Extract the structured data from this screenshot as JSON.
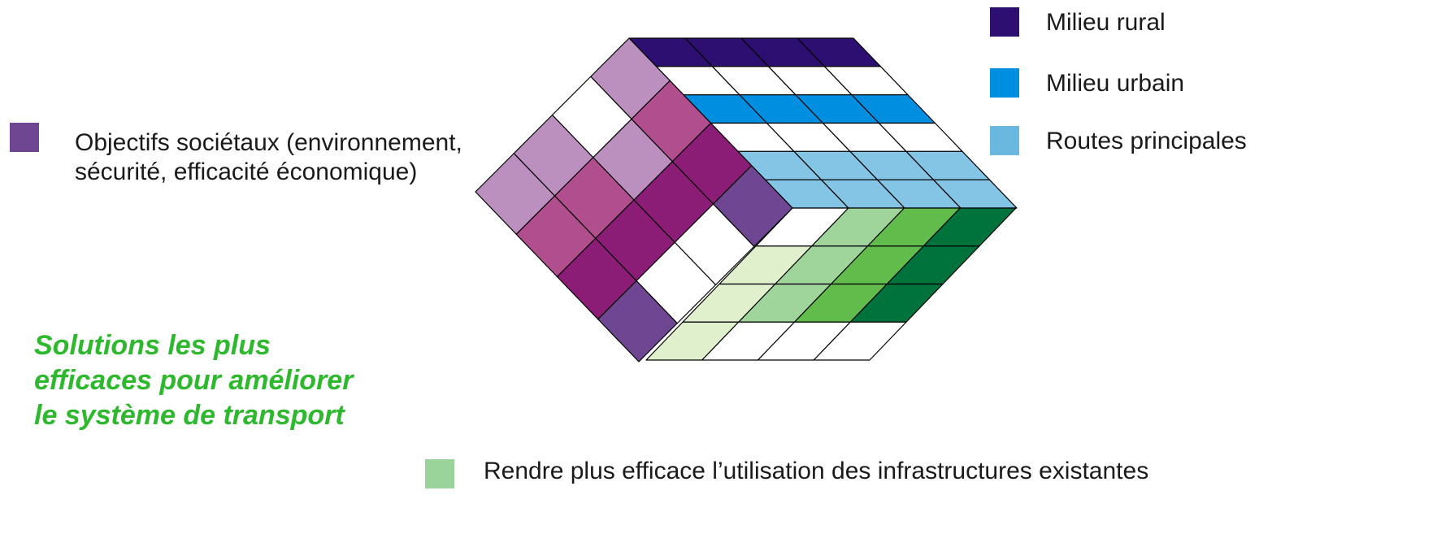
{
  "legend": {
    "societal": {
      "line1": "Objectifs sociétaux (environnement,",
      "line2": "sécurité, efficacité économique)",
      "color": "#6f4691"
    },
    "rural": {
      "label": "Milieu rural",
      "color": "#2d0f72"
    },
    "urban": {
      "label": "Milieu urbain",
      "color": "#008fe0"
    },
    "main_roads": {
      "label": "Routes principales",
      "color": "#6ab8e0"
    },
    "efficiency": {
      "label": "Rendre plus efficace l’utilisation des infrastructures existantes",
      "color": "#9bd49a"
    }
  },
  "headline": {
    "line1": "Solutions les plus",
    "line2": "efficaces pour améliorer",
    "line3": "le système de transport"
  },
  "palette": {
    "purple_dark": "#6f4691",
    "purple_mid": "#8c1d77",
    "pink": "#b14f8e",
    "mauve": "#bb8fbe",
    "navy": "#2d0f72",
    "blue": "#008fe0",
    "lightblue": "#84c4e4",
    "green_pale": "#e0efcc",
    "green_light": "#9fd59b",
    "green_mid": "#62bc4c",
    "green_dark": "#00723b"
  }
}
